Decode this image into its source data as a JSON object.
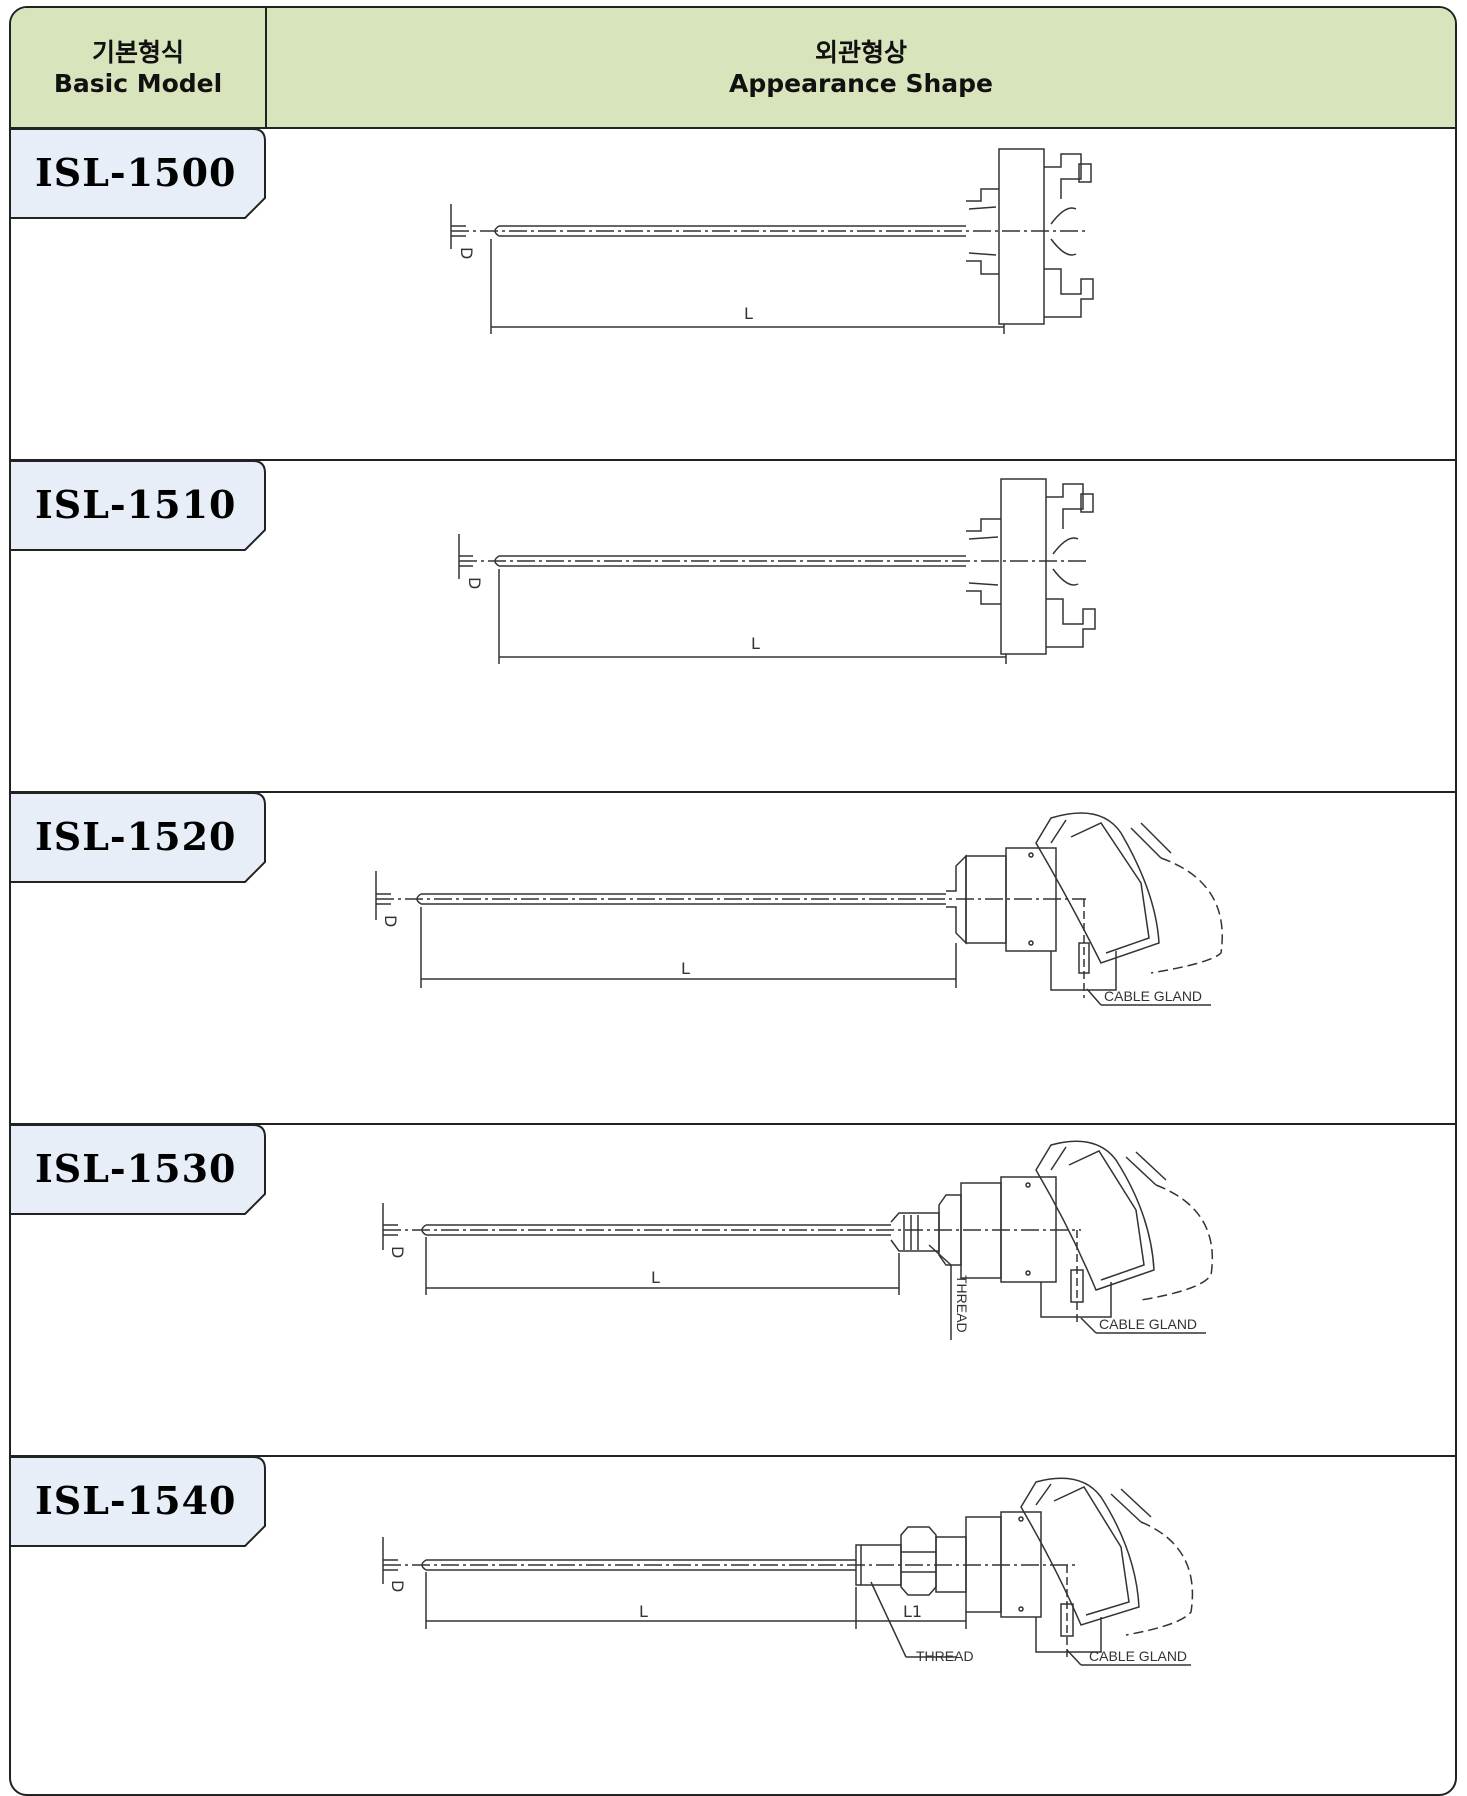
{
  "header": {
    "model_ko": "기본형식",
    "model_en": "Basic Model",
    "shape_ko": "외관형상",
    "shape_en": "Appearance Shape"
  },
  "rows": [
    {
      "model": "ISL-1500",
      "dims": {
        "diameter": "D",
        "length": "L"
      }
    },
    {
      "model": "ISL-1510",
      "dims": {
        "diameter": "D",
        "length": "L"
      }
    },
    {
      "model": "ISL-1520",
      "dims": {
        "diameter": "D",
        "length": "L"
      },
      "notes": {
        "gland": "CABLE GLAND"
      }
    },
    {
      "model": "ISL-1530",
      "dims": {
        "diameter": "D",
        "length": "L"
      },
      "notes": {
        "thread": "THREAD",
        "gland": "CABLE GLAND"
      }
    },
    {
      "model": "ISL-1540",
      "dims": {
        "diameter": "D",
        "length": "L",
        "length2": "L1"
      },
      "notes": {
        "thread": "THREAD",
        "gland": "CABLE GLAND"
      }
    }
  ],
  "colors": {
    "header_bg": "#d8e4bc",
    "tab_bg": "#e8eef8",
    "line": "#222222"
  }
}
